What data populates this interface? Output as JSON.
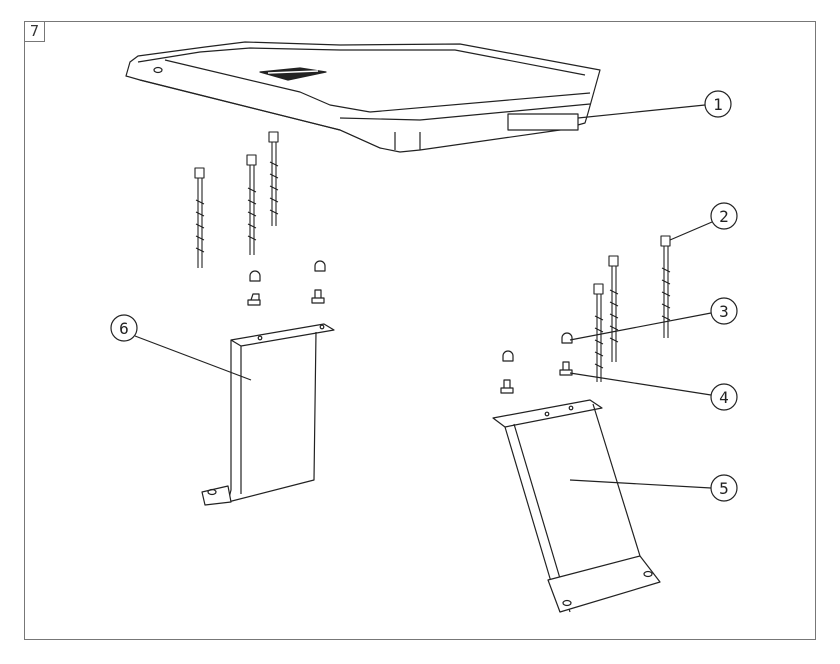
{
  "sheet": {
    "page_tag": "7"
  },
  "callouts": [
    {
      "label": "1"
    },
    {
      "label": "2"
    },
    {
      "label": "3"
    },
    {
      "label": "4"
    },
    {
      "label": "5"
    },
    {
      "label": "6"
    }
  ]
}
